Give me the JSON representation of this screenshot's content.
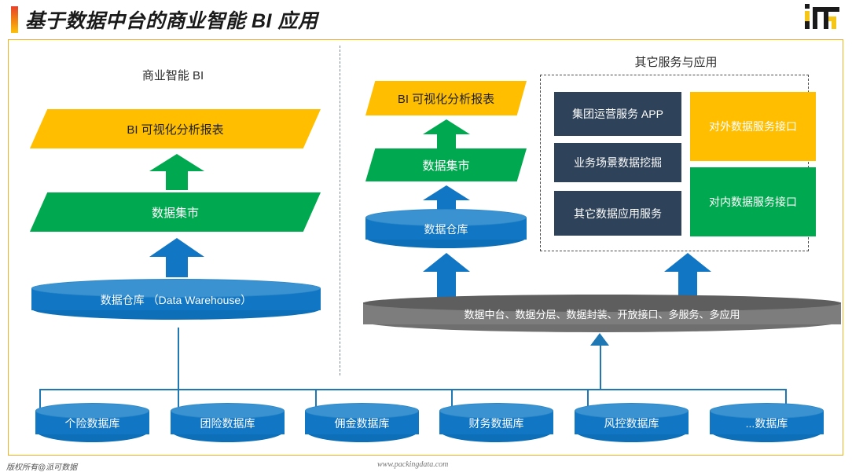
{
  "header": {
    "title": "基于数据中台的商业智能 BI 应用",
    "logo_name": "ifr-logo"
  },
  "colors": {
    "yellow": "#ffbf00",
    "green": "#00a94f",
    "blue": "#1176c4",
    "dark_navy": "#2e4259",
    "gray": "#808080",
    "accent_orange": "#f2b01e"
  },
  "left_section": {
    "caption": "商业智能 BI",
    "bi_report": "BI 可视化分析报表",
    "data_mart": "数据集市",
    "data_warehouse": "数据仓库 （Data Warehouse）"
  },
  "middle_section": {
    "bi_report": "BI 可视化分析报表",
    "data_mart": "数据集市",
    "data_warehouse": "数据仓库"
  },
  "platform": {
    "label": "数据中台、数据分层、数据封装、开放接口、多服务、多应用"
  },
  "services_section": {
    "caption": "其它服务与应用",
    "dark_boxes": [
      "集团运营服务 APP",
      "业务场景数据挖掘",
      "其它数据应用服务"
    ],
    "external_api": "对外数据服务接口",
    "internal_api": "对内数据服务接口"
  },
  "databases": [
    "个险数据库",
    "团险数据库",
    "佣金数据库",
    "财务数据库",
    "风控数据库",
    "...数据库"
  ],
  "footer": {
    "copyright": "版权所有@派可数据",
    "website": "www.packingdata.com"
  }
}
